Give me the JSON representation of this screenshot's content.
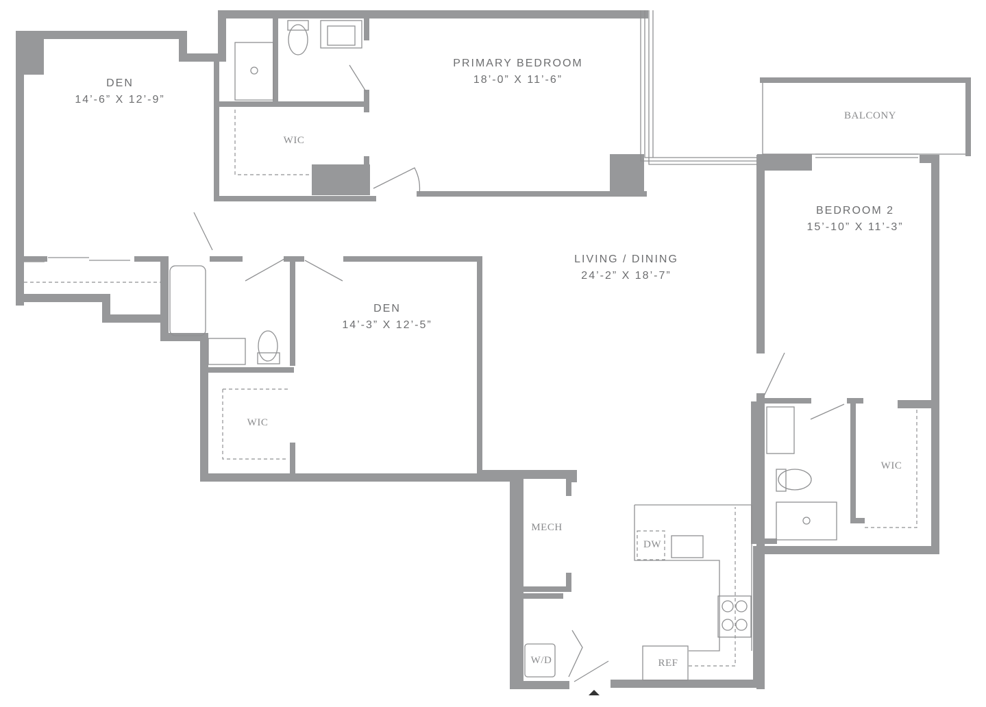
{
  "rooms": {
    "den_left": {
      "name": "DEN",
      "dims": "14’-6” X 12’-9”"
    },
    "primary_bedroom": {
      "name": "PRIMARY BEDROOM",
      "dims": "18’-0” X 11’-6”"
    },
    "bedroom2": {
      "name": "BEDROOM 2",
      "dims": "15’-10” X 11’-3”"
    },
    "living_dining": {
      "name": "LIVING / DINING",
      "dims": "24’-2” X 18’-7”"
    },
    "den_center": {
      "name": "DEN",
      "dims": "14’-3” X 12’-5”"
    }
  },
  "small_labels": {
    "wic_primary": "WIC",
    "wic_den": "WIC",
    "wic_bedroom2": "WIC",
    "balcony": "BALCONY",
    "mech": "MECH",
    "dw": "DW",
    "wd": "W/D",
    "ref": "REF"
  },
  "colors": {
    "wall": "#97989a",
    "text": "#6d6e70"
  }
}
